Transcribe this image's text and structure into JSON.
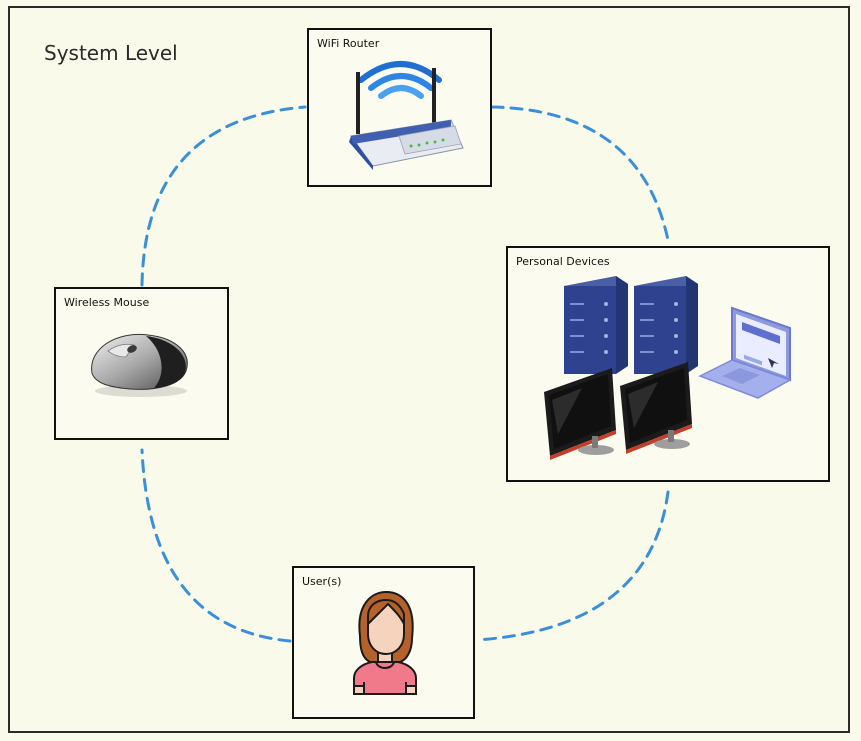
{
  "diagram": {
    "title": "System Level",
    "nodes": {
      "router": {
        "label": "WiFi Router",
        "icon": "wifi-router-icon"
      },
      "mouse": {
        "label": "Wireless Mouse",
        "icon": "wireless-mouse-icon"
      },
      "devices": {
        "label": "Personal Devices",
        "icons": [
          "server-icon",
          "server-icon",
          "monitor-icon",
          "monitor-icon",
          "laptop-icon"
        ]
      },
      "users": {
        "label": "User(s)",
        "icon": "user-avatar-icon"
      }
    },
    "connection_style": {
      "color": "#3a8fd9",
      "pattern": "dashed"
    }
  }
}
